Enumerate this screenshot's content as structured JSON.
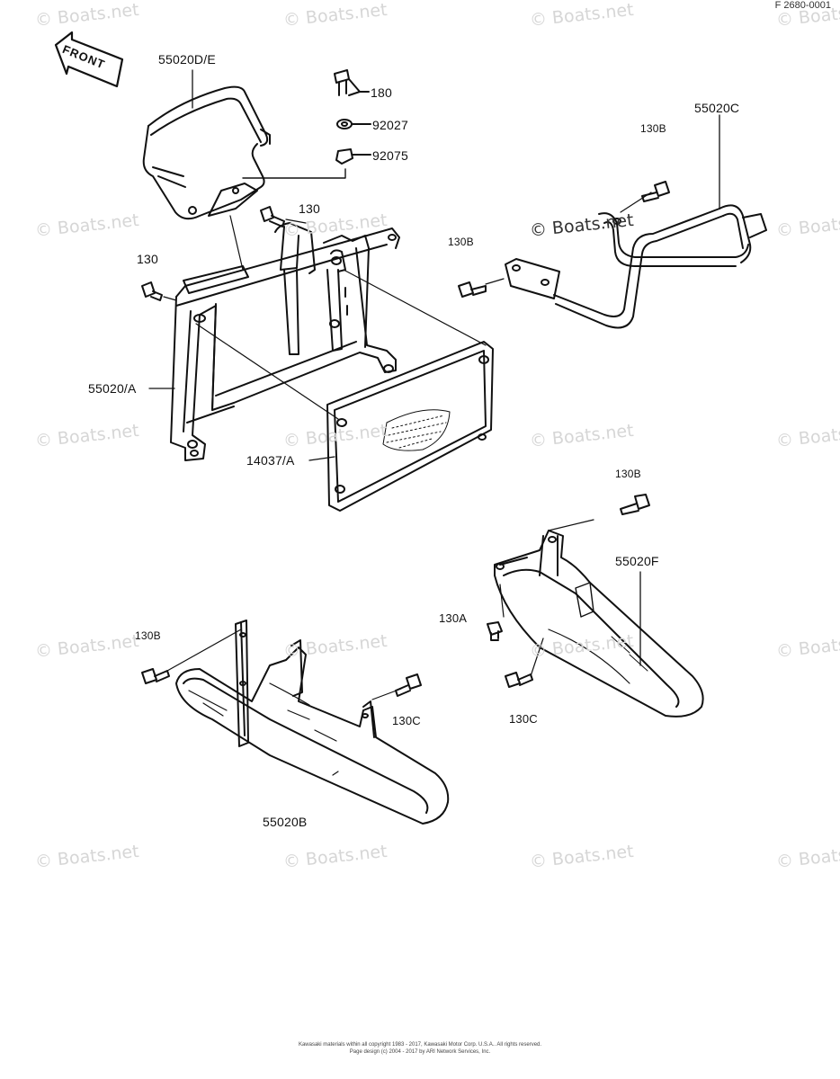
{
  "diagram_code": "F 2680-0001",
  "front_label": "FRONT",
  "watermark": "© Boats.net",
  "footer": {
    "line1": "Kawasaki materials within all copyright 1983 - 2017, Kawasaki Motor Corp. U.S.A.. All rights reserved.",
    "line2": "Page design (c) 2004 - 2017 by ARI Network Services, Inc."
  },
  "labels": {
    "p55020DE": "55020D/E",
    "p180": "180",
    "p92027": "92027",
    "p92075": "92075",
    "p130_top": "130",
    "p130_left": "130",
    "p55020A": "55020/A",
    "p14037A": "14037/A",
    "p130B_a": "130B",
    "p55020C": "55020C",
    "p130B_b": "130B",
    "p130B_c": "130B",
    "p55020F": "55020F",
    "p130A": "130A",
    "p130C_right": "130C",
    "p130B_d": "130B",
    "p130C_left": "130C",
    "p55020B": "55020B"
  },
  "colors": {
    "line": "#111111",
    "watermark": "#d6d6d6"
  }
}
